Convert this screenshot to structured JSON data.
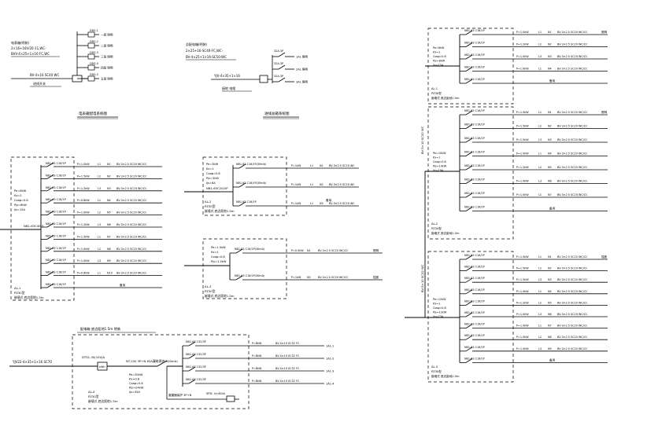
{
  "sheet": {
    "background": "#ffffff",
    "line_color": "#000000"
  },
  "diagram_1": {
    "title": "电表箱配电系统图",
    "note_line1": "电表箱(明装)",
    "note_line2": "2×16+16V/20-11,WC-",
    "note_line3": "BVV-4×25+1×16 FC,WC",
    "feeder_label": "BV-4×16 SC40 WC",
    "sub_label": "进线开关",
    "bottom_note": "",
    "outputs": [
      {
        "label": "DDS-1",
        "text": "一层  照明"
      },
      {
        "label": "DDS-2",
        "text": "二层  照明"
      },
      {
        "label": "DDS-3",
        "text": "三层  照明"
      },
      {
        "label": "DDS-4",
        "text": "四层  照明"
      },
      {
        "label": "DDS-5",
        "text": "五层  照明"
      }
    ]
  },
  "diagram_2": {
    "title": "进线总箱系统图",
    "note_line1": "总配电箱(明装)",
    "note_line2": "2×25+16-SC40-FC,WC-",
    "note_line3": "BV-4×25+1×16-SC50-WC",
    "feeder_label": "YJV-4×35+1×16",
    "sub_label": "接地 电缆",
    "outputs": [
      {
        "label": "32A-3P",
        "text": "1AL  照明"
      },
      {
        "label": "32A-3P",
        "text": "2AL  照明"
      },
      {
        "label": "32A-3P",
        "text": "3AL  照明"
      }
    ]
  },
  "panel_a": {
    "feeder": "",
    "side_note": [
      "Pe=8kW",
      "Kx=1",
      "Cosφ=0.8",
      "Pjs=8kW",
      "Ijs=15A"
    ],
    "box_label": "AL-1",
    "box_sub": "PZ30型",
    "box_sub2": "嵌墙式 底边距地1.5m",
    "main_breaker": "NB1-63C40/3",
    "spare": "备用",
    "rows": [
      {
        "breaker": "NB1-63 C16/1P",
        "phase": "L1",
        "load": "P=1.0kW",
        "code": "N1",
        "cable": "BV-3×2.5 SC20 WC/CC"
      },
      {
        "breaker": "NB1-63 C16/1P",
        "phase": "L2",
        "load": "P=1.5kW",
        "code": "N2",
        "cable": "BV-3×2.5 SC20 WC/CC"
      },
      {
        "breaker": "NB1-63 C16/1P",
        "phase": "L3",
        "load": "P=1.2kW",
        "code": "N3",
        "cable": "BV-3×2.5 SC20 WC/CC"
      },
      {
        "breaker": "NB1-63 C16/1P",
        "phase": "L1",
        "load": "P=0.8kW",
        "code": "N4",
        "cable": "BV-3×2.5 SC20 WC/CC"
      },
      {
        "breaker": "NB1-63 C16/1P",
        "phase": "L2",
        "load": "P=1.0kW",
        "code": "N5",
        "cable": "BV-3×2.5 SC20 WC/CC"
      },
      {
        "breaker": "NB1-63 C16/1P",
        "phase": "L3",
        "load": "P=1.2kW",
        "code": "N6",
        "cable": "BV-3×2.5 SC20 WC/CC"
      },
      {
        "breaker": "NB1-63 C16/1P",
        "phase": "L1",
        "load": "P=1.5kW",
        "code": "N7",
        "cable": "BV-3×2.5 SC20 WC/CC"
      },
      {
        "breaker": "NB1-63 C16/1P",
        "phase": "L2",
        "load": "P=1.0kW",
        "code": "N8",
        "cable": "BV-3×2.5 SC20 WC/CC"
      },
      {
        "breaker": "NB1-63 C16/1P",
        "phase": "L3",
        "load": "P=1.0kW",
        "code": "N9",
        "cable": "BV-3×2.5 SC20 WC/CC"
      },
      {
        "breaker": "NB1-63 C16/1P",
        "phase": "L1",
        "load": "P=0.6kW",
        "code": "N10",
        "cable": "BV-3×2.5 SC20 WC/CC"
      },
      {
        "breaker": "NB1-63 C16/1P",
        "phase": "",
        "load": "",
        "code": "",
        "cable": "",
        "spare": true
      }
    ]
  },
  "panel_b": {
    "side_note": [
      "Pe=3kW",
      "Kx=1",
      "Cosφ=0.8",
      "Pjs=3kW",
      "Ijs=6A"
    ],
    "box_label": "AL-2",
    "box_sub": "PZ30型",
    "box_sub2": "嵌墙式 底边距地1.5m",
    "main_breaker": "NB1-63C20/2P",
    "spare": "备用",
    "rows": [
      {
        "breaker": "NB1-63 C16/1P(30mA)",
        "load": "P=1kW",
        "phase": "L1",
        "code": "N1",
        "cable": "BV-3×2.5 SC20 WC"
      },
      {
        "breaker": "NB1-63 C16/1P(30mA)",
        "load": "P=1kW",
        "phase": "L1",
        "code": "N2",
        "cable": "BV-3×2.5 SC20 WC"
      },
      {
        "breaker": "NB1-63 C16/1P",
        "load": "P=1kW",
        "phase": "L1",
        "code": "N3",
        "cable": "BV-3×2.5 SC20 WC"
      }
    ]
  },
  "panel_c": {
    "side_note": [
      "Pe=1.5kW",
      "Kx=1",
      "Cosφ=0.8",
      "Pjs=1.5kW"
    ],
    "box_label": "AL-3",
    "box_sub": "PZ30型",
    "box_sub2": "嵌墙式 底边距地1.5m",
    "rows": [
      {
        "breaker": "NB1-63 C16/1P(30mA)",
        "load": "P=0.5kW",
        "code": "N1",
        "cable": "BV-3×2.5 SC20 WC/CC",
        "dest": "照明"
      },
      {
        "breaker": "NB1-63 C16/1P(30mA)",
        "load": "P=1kW",
        "code": "N2",
        "cable": "BV-3×2.5 SC20 WC/CC",
        "dest": "插座"
      }
    ]
  },
  "panel_d": {
    "top_label": "配电箱 底边距地1.5m 明装",
    "feeder": "YJV22-4×35+1×16 SC70",
    "meter": "kWh",
    "meter_label": "DTS1-30(100)A",
    "main_breaker": "NT-100 3P+N  63A漏电保护(300mA)",
    "side_note": [
      "Pe=30kW",
      "Kx=0.8",
      "Cosφ=0.8",
      "Pjs=24kW",
      "Ijs=45A"
    ],
    "box_label": "AL-0",
    "box_sub": "PZ30型",
    "box_sub2": "嵌墙式 底边距地1.5m",
    "surge": "避雷器保护 3P+N",
    "surge_label": "SPD: 4×40kA",
    "rows": [
      {
        "breaker": "NB1-63 C32/3P",
        "load": "P=8kW",
        "cable": "BV-4×10 SC32 FC",
        "dest": "1AL-1"
      },
      {
        "breaker": "NB1-63 C32/3P",
        "load": "P=8kW",
        "cable": "BV-4×10 SC32 FC",
        "dest": "1AL-2"
      },
      {
        "breaker": "NB1-63 C32/3P",
        "load": "P=8kW",
        "cable": "BV-4×10 SC32 FC",
        "dest": "1AL-3"
      },
      {
        "breaker": "NB1-63 C32/3P",
        "load": "P=8kW",
        "cable": "BV-4×10 SC32 FC",
        "dest": "1AL-4"
      }
    ]
  },
  "right_panel": {
    "vertical_label_1": "BV-5×10 SC32 WC",
    "vertical_label_2": "BV-5×10 SC32 WC",
    "spare": "备用",
    "sections": [
      {
        "side_note": [
          "Pe=8kW",
          "Kx=1",
          "Cosφ=0.8",
          "Pjs=8kW",
          "Ijs=15A"
        ],
        "box_label": "AL-1",
        "box_sub": "PZ30型",
        "box_sub2": "嵌墙式 底边距地1.5m",
        "rows": [
          {
            "breaker": "NB1-63 C16/1P",
            "load": "P=1.0kW",
            "phase": "L1",
            "code": "N1",
            "cable": "BV-3×2.5 SC20 WC/CC",
            "dest": "照明"
          },
          {
            "breaker": "NB1-63 C16/1P",
            "load": "P=1.2kW",
            "phase": "L2",
            "code": "N2",
            "cable": "BV-3×2.5 SC20 WC/CC",
            "dest": ""
          },
          {
            "breaker": "NB1-63 C16/1P",
            "load": "P=1.0kW",
            "phase": "L3",
            "code": "N3",
            "cable": "BV-3×2.5 SC20 WC/CC",
            "dest": ""
          },
          {
            "breaker": "NB1-63 C16/1P",
            "load": "P=1.0kW",
            "phase": "L1",
            "code": "N4",
            "cable": "BV-3×2.5 SC20 WC/CC",
            "dest": ""
          },
          {
            "breaker": "NB1-63 C16/1P",
            "load": "",
            "phase": "",
            "code": "",
            "cable": "",
            "dest": "",
            "spare": true
          }
        ]
      },
      {
        "side_note": [
          "Pe=10kW",
          "Kx=1",
          "Cosφ=0.8",
          "Pjs=10kW",
          "Ijs=19A"
        ],
        "box_label": "AL-2",
        "box_sub": "PZ30型",
        "box_sub2": "嵌墙式 底边距地1.5m",
        "rows": [
          {
            "breaker": "NB1-63 C16/1P",
            "load": "P=1.0kW",
            "phase": "L1",
            "code": "N1",
            "cable": "BV-3×2.5 SC20 WC/CC",
            "dest": "照明"
          },
          {
            "breaker": "NB1-63 C16/1P",
            "load": "P=1.5kW",
            "phase": "L2",
            "code": "N2",
            "cable": "BV-3×2.5 SC20 WC/CC",
            "dest": ""
          },
          {
            "breaker": "NB1-63 C16/1P",
            "load": "P=1.5kW",
            "phase": "L3",
            "code": "N3",
            "cable": "BV-3×2.5 SC20 WC/CC",
            "dest": ""
          },
          {
            "breaker": "NB1-63 C16/1P",
            "load": "P=1.0kW",
            "phase": "L1",
            "code": "N4",
            "cable": "BV-3×2.5 SC20 WC/CC",
            "dest": ""
          },
          {
            "breaker": "NB1-63 C16/1P",
            "load": "P=1.2kW",
            "phase": "L2",
            "code": "N5",
            "cable": "BV-3×2.5 SC20 WC/CC",
            "dest": ""
          },
          {
            "breaker": "NB1-63 C16/1P",
            "load": "P=1.0kW",
            "phase": "L3",
            "code": "N6",
            "cable": "BV-3×2.5 SC20 WC/CC",
            "dest": ""
          },
          {
            "breaker": "NB1-63 C16/1P",
            "load": "P=1.0kW",
            "phase": "L1",
            "code": "N7",
            "cable": "BV-3×2.5 SC20 WC/CC",
            "dest": ""
          },
          {
            "breaker": "NB1-63 C16/1P",
            "load": "",
            "phase": "",
            "code": "",
            "cable": "",
            "dest": "",
            "spare": true
          }
        ]
      },
      {
        "side_note": [
          "Pe=12kW",
          "Kx=1",
          "Cosφ=0.8",
          "Pjs=12kW",
          "Ijs=23A"
        ],
        "box_label": "AL-3",
        "box_sub": "PZ30型",
        "box_sub2": "嵌墙式 底边距地1.5m",
        "rows": [
          {
            "breaker": "NB1-63 C16/1P",
            "load": "P=1.0kW",
            "phase": "L1",
            "code": "N1",
            "cable": "BV-3×2.5 SC20 WC/CC",
            "dest": "插座"
          },
          {
            "breaker": "NB1-63 C16/1P",
            "load": "P=1.5kW",
            "phase": "L2",
            "code": "N2",
            "cable": "BV-3×2.5 SC20 WC/CC",
            "dest": ""
          },
          {
            "breaker": "NB1-63 C16/1P",
            "load": "P=1.5kW",
            "phase": "L3",
            "code": "N3",
            "cable": "BV-3×2.5 SC20 WC/CC",
            "dest": ""
          },
          {
            "breaker": "NB1-63 C16/1P",
            "load": "P=1.0kW",
            "phase": "L1",
            "code": "N4",
            "cable": "BV-3×2.5 SC20 WC/CC",
            "dest": ""
          },
          {
            "breaker": "NB1-63 C16/1P",
            "load": "P=1.2kW",
            "phase": "L2",
            "code": "N5",
            "cable": "BV-3×2.5 SC20 WC/CC",
            "dest": ""
          },
          {
            "breaker": "NB1-63 C16/1P",
            "load": "P=1.0kW",
            "phase": "L3",
            "code": "N6",
            "cable": "BV-3×2.5 SC20 WC/CC",
            "dest": ""
          },
          {
            "breaker": "NB1-63 C16/1P",
            "load": "P=1.0kW",
            "phase": "L1",
            "code": "N7",
            "cable": "BV-3×2.5 SC20 WC/CC",
            "dest": ""
          },
          {
            "breaker": "NB1-63 C16/1P",
            "load": "P=1.0kW",
            "phase": "L2",
            "code": "N8",
            "cable": "BV-3×2.5 SC20 WC/CC",
            "dest": ""
          },
          {
            "breaker": "NB1-63 C16/1P",
            "load": "P=1.0kW",
            "phase": "L3",
            "code": "N9",
            "cable": "BV-3×2.5 SC20 WC/CC",
            "dest": ""
          },
          {
            "breaker": "NB1-63 C16/1P",
            "load": "",
            "phase": "",
            "code": "",
            "cable": "",
            "dest": "",
            "spare": true
          }
        ]
      }
    ]
  }
}
